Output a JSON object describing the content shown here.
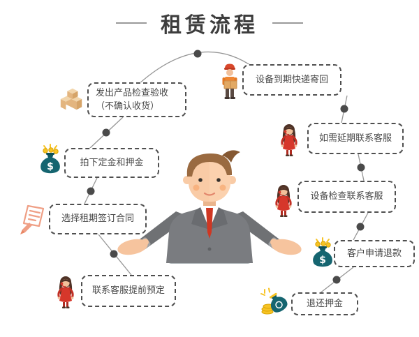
{
  "title": {
    "text": "租赁流程"
  },
  "left_steps": [
    {
      "label_line1": "发出产品检查验收",
      "label_line2": "（不确认收货）",
      "icon": "package-boxes"
    },
    {
      "label": "拍下定金和押金",
      "icon": "money-bag"
    },
    {
      "label": "选择租期签订合同",
      "icon": "contract-signing"
    },
    {
      "label": "联系客服提前预定",
      "icon": "service-agent"
    }
  ],
  "right_steps": [
    {
      "label": "设备到期快递寄回",
      "icon": "courier"
    },
    {
      "label": "如需延期联系客服",
      "icon": "service-agent"
    },
    {
      "label": "设备检查联系客服",
      "icon": "service-agent"
    },
    {
      "label": "客户申请退款",
      "icon": "money-bag"
    },
    {
      "label": "退还押金",
      "icon": "deposit-return"
    }
  ],
  "center_figure": "businessman with open arms",
  "colors": {
    "title_text": "#3d3d3d",
    "box_border": "#4f4f4f",
    "box_text": "#484848",
    "connector_line": "#969696",
    "connector_node": "#4a4a4a",
    "suit_gray": "#7a7c80",
    "tie_red": "#cf3723",
    "skin": "#f9cba6",
    "service_red": "#d6372b",
    "courier_orange": "#ef8632",
    "money_teal": "#156570",
    "coin_gold": "#f7c325",
    "carton_tan": "#e3b57f",
    "contract_salmon": "#ef9f85"
  }
}
